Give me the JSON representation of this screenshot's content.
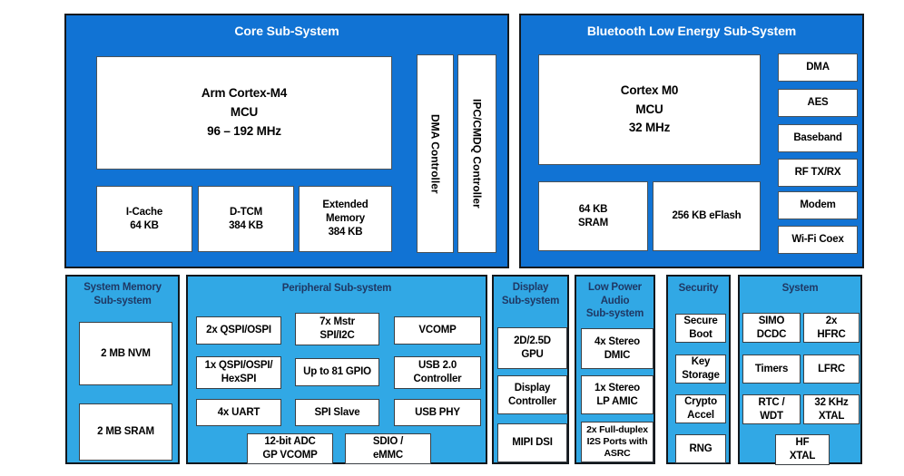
{
  "colors": {
    "dark_blue": "#1173D4",
    "light_blue": "#31A8E5",
    "navy": "#1F3864"
  },
  "core": {
    "title": "Core Sub-System",
    "mcu": [
      "Arm Cortex-M4",
      "MCU",
      "96 – 192 MHz"
    ],
    "mem": [
      [
        "I-Cache",
        "64 KB"
      ],
      [
        "D-TCM",
        "384 KB"
      ],
      [
        "Extended",
        "Memory",
        "384 KB"
      ]
    ],
    "dma": "DMA Controller",
    "ipc": "IPC/CMDQ Controller"
  },
  "ble": {
    "title": "Bluetooth Low Energy Sub-System",
    "mcu": [
      "Cortex M0",
      "MCU",
      "32 MHz"
    ],
    "sram": [
      "64 KB",
      "SRAM"
    ],
    "eflash": [
      "256 KB eFlash"
    ],
    "side": [
      "DMA",
      "AES",
      "Baseband",
      "RF TX/RX",
      "Modem",
      "Wi-Fi Coex"
    ]
  },
  "memory": {
    "title": [
      "System Memory",
      "Sub-system"
    ],
    "nvm": "2 MB NVM",
    "sram": "2 MB SRAM"
  },
  "peripheral": {
    "title": "Peripheral Sub-system",
    "boxes": [
      [
        "2x QSPI/OSPI"
      ],
      [
        "7x Mstr",
        "SPI/I2C"
      ],
      [
        "VCOMP"
      ],
      [
        "1x QSPI/OSPI/",
        "HexSPI"
      ],
      [
        "Up to 81 GPIO"
      ],
      [
        "USB 2.0",
        "Controller"
      ],
      [
        "4x UART"
      ],
      [
        "SPI Slave"
      ],
      [
        "USB PHY"
      ],
      [
        "12-bit ADC",
        "GP VCOMP"
      ],
      [
        "SDIO /",
        "eMMC"
      ]
    ]
  },
  "display": {
    "title": [
      "Display",
      "Sub-system"
    ],
    "items": [
      [
        "2D/2.5D",
        "GPU"
      ],
      [
        "Display",
        "Controller"
      ],
      [
        "MIPI DSI"
      ]
    ]
  },
  "audio": {
    "title": [
      "Low Power",
      "Audio",
      "Sub-system"
    ],
    "items": [
      [
        "4x Stereo",
        "DMIC"
      ],
      [
        "1x Stereo",
        "LP AMIC"
      ],
      [
        "2x Full-duplex",
        "I2S Ports with",
        "ASRC"
      ]
    ]
  },
  "security": {
    "title": "Security",
    "items": [
      [
        "Secure",
        "Boot"
      ],
      [
        "Key",
        "Storage"
      ],
      [
        "Crypto",
        "Accel"
      ],
      [
        "RNG"
      ]
    ]
  },
  "system": {
    "title": "System",
    "items": [
      [
        "SIMO",
        "DCDC"
      ],
      [
        "2x",
        "HFRC"
      ],
      [
        "Timers"
      ],
      [
        "LFRC"
      ],
      [
        "RTC /",
        "WDT"
      ],
      [
        "32 KHz",
        "XTAL"
      ],
      [
        "HF",
        "XTAL"
      ]
    ]
  }
}
